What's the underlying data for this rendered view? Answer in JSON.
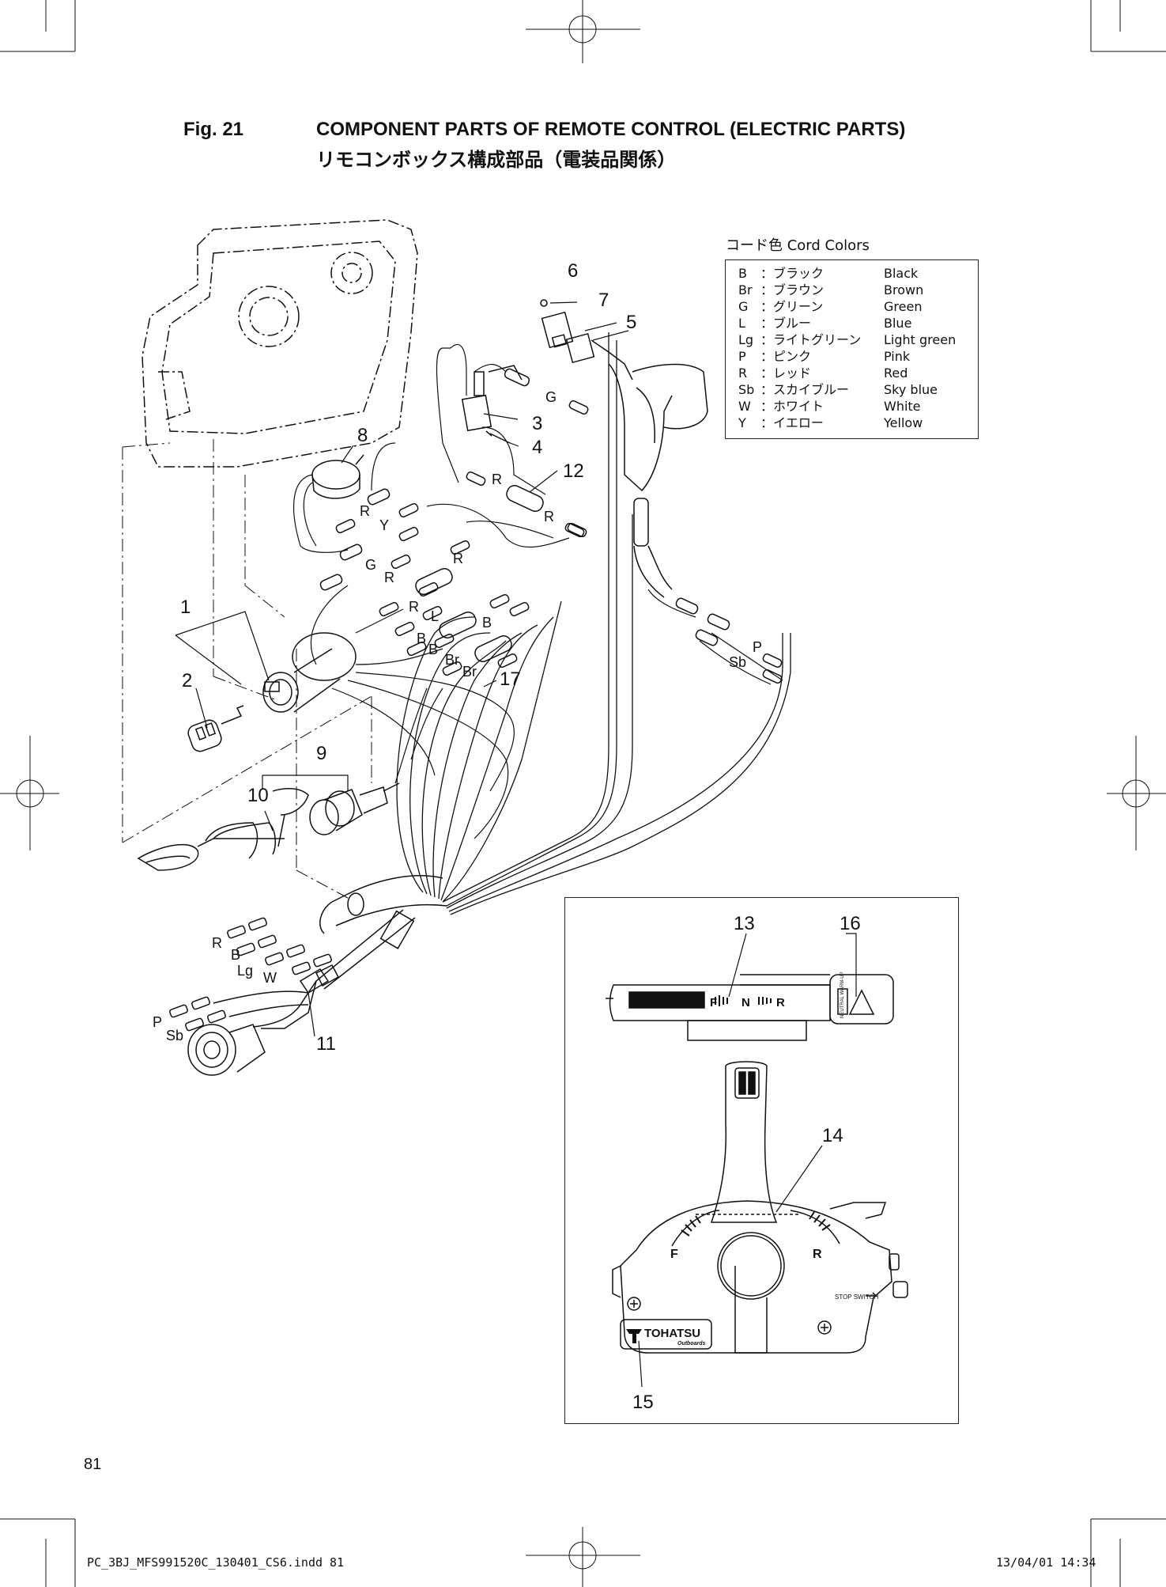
{
  "header": {
    "fig_number": "Fig. 21",
    "title_en": "COMPONENT PARTS OF REMOTE CONTROL (ELECTRIC PARTS)",
    "title_jp": "リモコンボックス構成部品（電装品関係）"
  },
  "legend": {
    "title": "コード色 Cord Colors",
    "rows": [
      {
        "code": "B",
        "jp": "：ブラック",
        "en": "Black"
      },
      {
        "code": "Br",
        "jp": "：ブラウン",
        "en": "Brown"
      },
      {
        "code": "G",
        "jp": "：グリーン",
        "en": "Green"
      },
      {
        "code": "L",
        "jp": "：ブルー",
        "en": "Blue"
      },
      {
        "code": "Lg",
        "jp": "：ライトグリーン",
        "en": "Light green"
      },
      {
        "code": "P",
        "jp": "：ピンク",
        "en": "Pink"
      },
      {
        "code": "R",
        "jp": "：レッド",
        "en": "Red"
      },
      {
        "code": "Sb",
        "jp": "：スカイブルー",
        "en": "Sky blue"
      },
      {
        "code": "W",
        "jp": "：ホワイト",
        "en": "White"
      },
      {
        "code": "Y",
        "jp": "：イエロー",
        "en": "Yellow"
      }
    ]
  },
  "callouts": {
    "c1": "1",
    "c2": "2",
    "c3": "3",
    "c4": "4",
    "c5": "5",
    "c6": "6",
    "c7": "7",
    "c8": "8",
    "c9": "9",
    "c10": "10",
    "c11": "11",
    "c12": "12",
    "c13": "13",
    "c14": "14",
    "c15": "15",
    "c16": "16",
    "c17": "17"
  },
  "wire_labels": {
    "g1": "G",
    "r1": "R",
    "r2": "R",
    "r3": "R",
    "y1": "Y",
    "g2": "G",
    "r4": "R",
    "r5": "R",
    "r6": "R",
    "l1": "L",
    "b1": "B",
    "b2": "B",
    "b3": "B",
    "br1": "Br",
    "br2": "Br",
    "p1": "P",
    "sb1": "Sb",
    "r7": "R",
    "b4": "B",
    "lg1": "Lg",
    "w1": "W",
    "p2": "P",
    "sb2": "Sb"
  },
  "inset": {
    "indicator_letters": {
      "f": "F",
      "n": "N",
      "r": "R"
    },
    "lever_letters": {
      "f": "F",
      "r": "R"
    },
    "stop_switch": "STOP SWITCH",
    "brand": "TOHATSU",
    "brand_sub": "Outboards",
    "neutral_label": "NEUTRAL WARM-UP"
  },
  "page_number": "81",
  "footer": {
    "left": "PC_3BJ_MFS991520C_130401_CS6.indd   81",
    "right": "13/04/01   14:34"
  }
}
